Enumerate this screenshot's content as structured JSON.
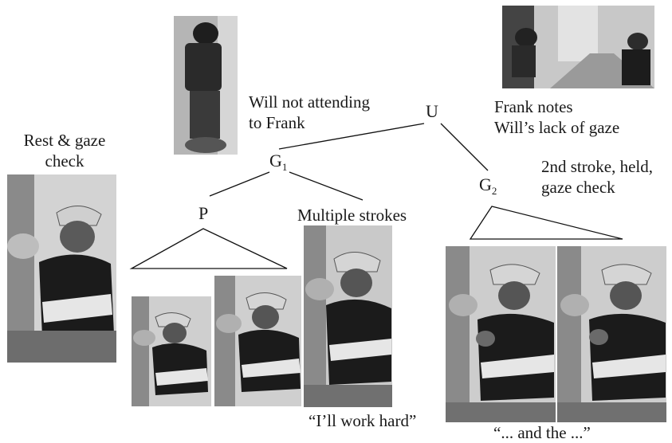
{
  "nodes": {
    "u": "U",
    "g1_base": "G",
    "g1_sub": "1",
    "g2_base": "G",
    "g2_sub": "2",
    "p": "P"
  },
  "labels": {
    "will_not_attending_1": "Will not attending",
    "will_not_attending_2": "to  Frank",
    "frank_notes_1": "Frank notes",
    "frank_notes_2": "Will’s lack of gaze",
    "rest_gaze_1": "Rest & gaze",
    "rest_gaze_2": "check",
    "second_stroke_1": "2nd stroke, held,",
    "second_stroke_2": "gaze check",
    "multiple_strokes": "Multiple strokes",
    "quote_work_hard": "“I’ll work hard”",
    "quote_and_the": "“... and the ...”"
  },
  "colors": {
    "line": "#111111",
    "photo_light": "#d9d9d9",
    "photo_mid": "#9a9a9a",
    "photo_dark": "#1c1c1c"
  }
}
